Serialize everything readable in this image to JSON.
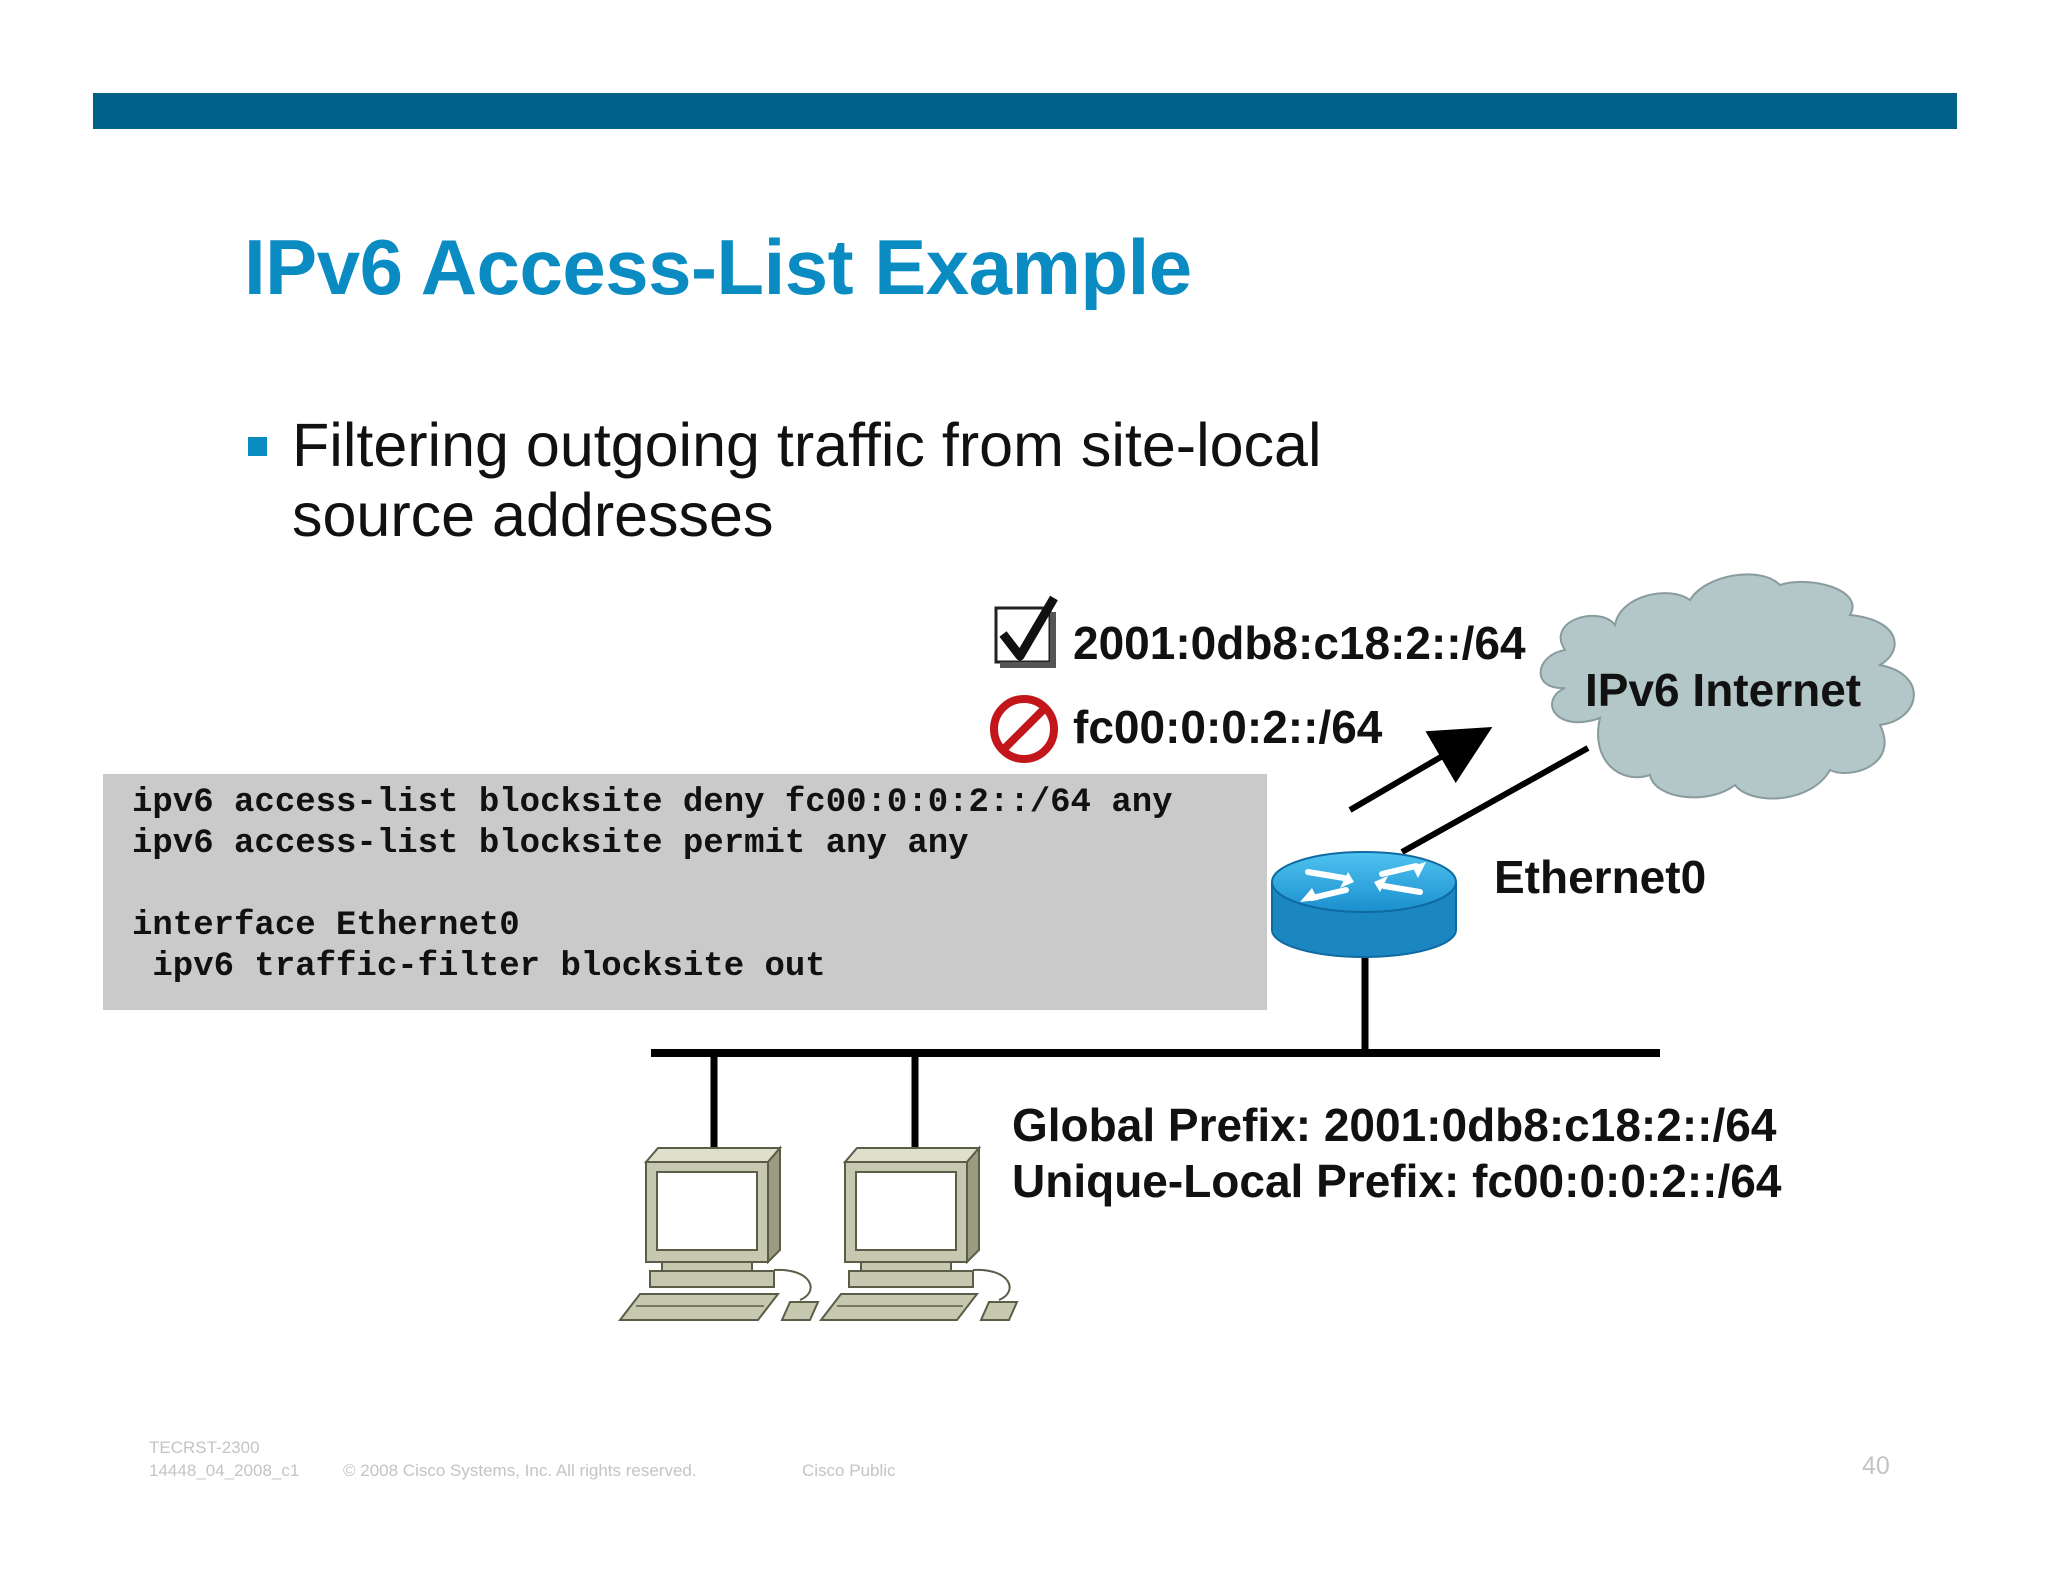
{
  "slide": {
    "title": "IPv6 Access-List Example",
    "bullet": {
      "line1": "Filtering outgoing traffic from site-local",
      "line2": "source addresses"
    }
  },
  "config": {
    "lines": [
      "ipv6 access-list blocksite deny fc00:0:0:2::/64 any",
      "ipv6 access-list blocksite permit any any",
      "",
      "interface Ethernet0",
      " ipv6 traffic-filter blocksite out"
    ]
  },
  "diagram": {
    "permitted_prefix": "2001:0db8:c18:2::/64",
    "denied_prefix": "fc00:0:0:2::/64",
    "cloud_label": "IPv6 Internet",
    "interface_label": "Ethernet0",
    "global_prefix": "Global Prefix: 2001:0db8:c18:2::/64",
    "unique_local_prefix": "Unique-Local Prefix: fc00:0:0:2::/64",
    "icons": [
      "checkbox-checked-icon",
      "prohibited-icon",
      "cloud-icon",
      "router-icon",
      "workstation-icon"
    ],
    "colors": {
      "cloud_fill": "#b4c7c8",
      "router_blue": "#1b8fce",
      "deny_red": "#c3161b",
      "workstation": "#c7c8b0"
    }
  },
  "footer": {
    "course": "TECRST-2300",
    "doc_id": "14448_04_2008_c1",
    "copyright": "© 2008 Cisco Systems, Inc. All rights reserved.",
    "classification": "Cisco Public",
    "page_number": "40"
  },
  "colors": {
    "top_bar": "#00628b",
    "title": "#0a8bc2",
    "config_background": "#cbcacb"
  }
}
